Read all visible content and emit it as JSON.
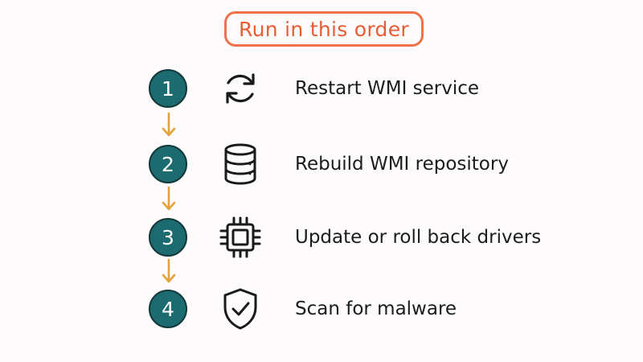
{
  "title": "Run in this order",
  "colors": {
    "title_accent": "#f07048",
    "badge_fill": "#1c6b70",
    "arrow": "#e3a23a",
    "icon_stroke": "#1a1a1a"
  },
  "steps": [
    {
      "number": "1",
      "icon": "refresh-icon",
      "label": "Restart WMI service"
    },
    {
      "number": "2",
      "icon": "database-icon",
      "label": "Rebuild WMI repository"
    },
    {
      "number": "3",
      "icon": "chip-icon",
      "label": "Update or roll back drivers"
    },
    {
      "number": "4",
      "icon": "shield-check-icon",
      "label": "Scan for malware"
    }
  ]
}
